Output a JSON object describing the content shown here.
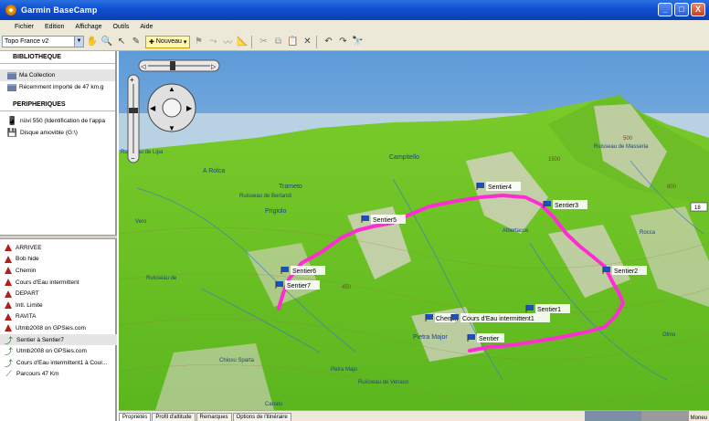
{
  "window": {
    "title": "Garmin BaseCamp",
    "controls": [
      "_",
      "□",
      "X"
    ]
  },
  "menu": [
    "Fichier",
    "Edition",
    "Affichage",
    "Outils",
    "Aide"
  ],
  "toolbar": {
    "map_select": "Topo France v2",
    "new_button": "Nouveau"
  },
  "library": {
    "header": "BIBLIOTHEQUE",
    "items": [
      "Ma Collection",
      "Récemment importé de 47 km.g"
    ]
  },
  "devices": {
    "header": "PERIPHERIQUES",
    "items": [
      "nüvi 550 (Identification de l'appa",
      "Disque amovible (G:\\)"
    ]
  },
  "list": [
    {
      "label": "ARRIVEE",
      "icon": "flag-icon"
    },
    {
      "label": "Bob hide",
      "icon": "flag-icon"
    },
    {
      "label": "Chemin",
      "icon": "flag-icon"
    },
    {
      "label": "Cours d'Eau intermittent",
      "icon": "flag-icon"
    },
    {
      "label": "DEPART",
      "icon": "flag-icon"
    },
    {
      "label": "Intl. Limite",
      "icon": "flag-icon"
    },
    {
      "label": "RAVITA",
      "icon": "flag-icon"
    },
    {
      "label": "Utmb2008 on GPSies.com",
      "icon": "flag-icon"
    },
    {
      "label": "Sentier à Sentier7",
      "icon": "route-icon"
    },
    {
      "label": "Utmb2008 on GPSies.com",
      "icon": "route-icon"
    },
    {
      "label": "Cours d'Eau intermittent1 à Cour...",
      "icon": "route-icon"
    },
    {
      "label": "Parcours 47 Km",
      "icon": "track-icon"
    }
  ],
  "map": {
    "waypoints": [
      "Sentier4",
      "Sentier3",
      "Sentier5",
      "Sentier6",
      "Sentier7",
      "Sentier2",
      "Sentier1",
      "Chemin",
      "Cours d'Eau intermittent1",
      "Sentier"
    ],
    "places": [
      "A Rolca",
      "Trameto",
      "Prigiolo",
      "Campitello",
      "Ruisseau de Lipa",
      "Ruisseau de Berlandi",
      "Ruisseau de Masseria",
      "Pietra Major",
      "Chiosu Sparta",
      "Petra Majo",
      "Ruisseau de Venaso",
      "Vero",
      "Ruisseau de",
      "Canalu",
      "Albertacce",
      "Rocca",
      "Olmo"
    ],
    "elevations": [
      "500",
      "1500",
      "450",
      "800"
    ],
    "road_badge": "18"
  },
  "tabs": [
    "Propriétés",
    "Profil d'altitude",
    "Remarques",
    "Options de l'itinéraire"
  ],
  "status": {
    "right": "Moneu"
  }
}
